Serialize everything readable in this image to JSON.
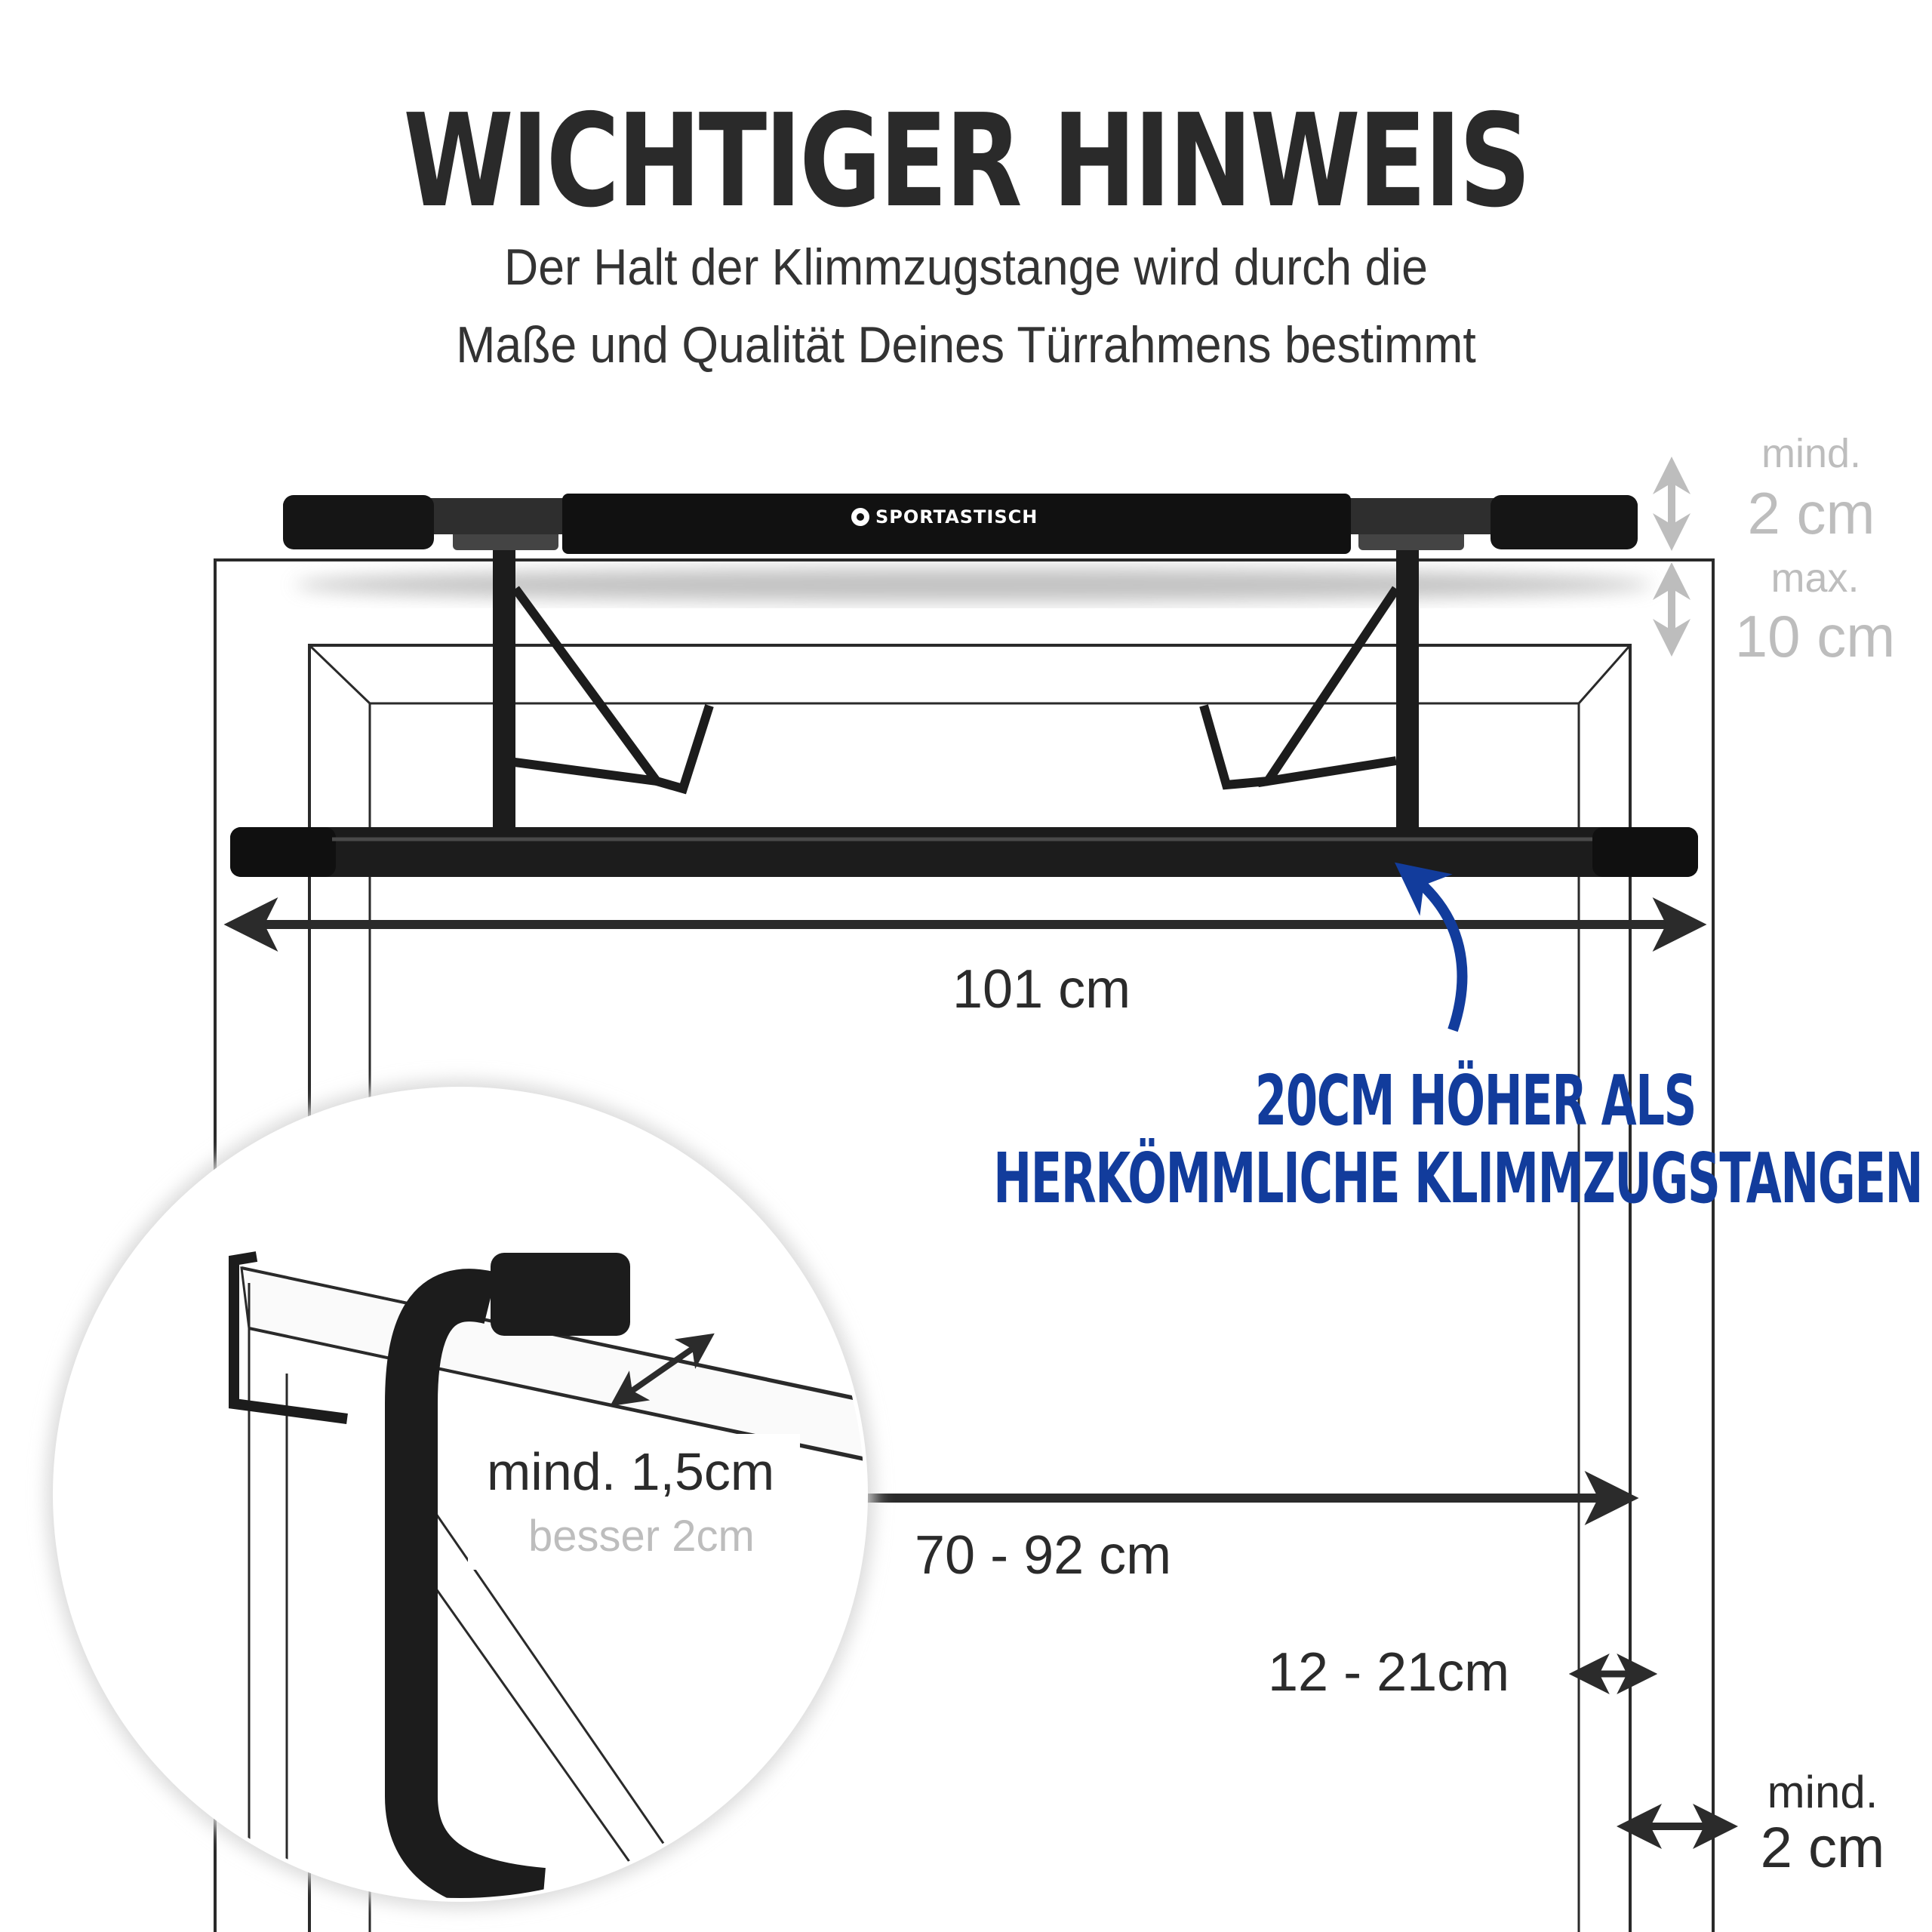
{
  "heading": {
    "title": "WICHTIGER HINWEIS",
    "subtitle_line1": "Der Halt der Klimmzugstange wird durch die",
    "subtitle_line2": "Maße und Qualität Deines Türrahmens bestimmt"
  },
  "product": {
    "brand": "SPORTASTISCH"
  },
  "labels": {
    "height_min_prefix": "mind.",
    "height_min_value": "2 cm",
    "height_max_prefix": "max.",
    "height_max_value": "10 cm",
    "bar_length": "101 cm",
    "higher_line1": "20CM HÖHER ALS",
    "higher_line2": "HERKÖMMLICHE KLIMMZUGSTANGEN",
    "door_width": "70 - 92 cm",
    "frame_depth": "12 - 21cm",
    "frame_margin_prefix": "mind.",
    "frame_margin_value": "2 cm",
    "hook_min": "mind. 1,5cm",
    "hook_better": "besser 2cm"
  },
  "colors": {
    "accent_blue": "#123c9c",
    "bar_black": "#1c1c1c",
    "frame_line": "#2a2a2a",
    "muted_grey": "#bdbdbd"
  }
}
